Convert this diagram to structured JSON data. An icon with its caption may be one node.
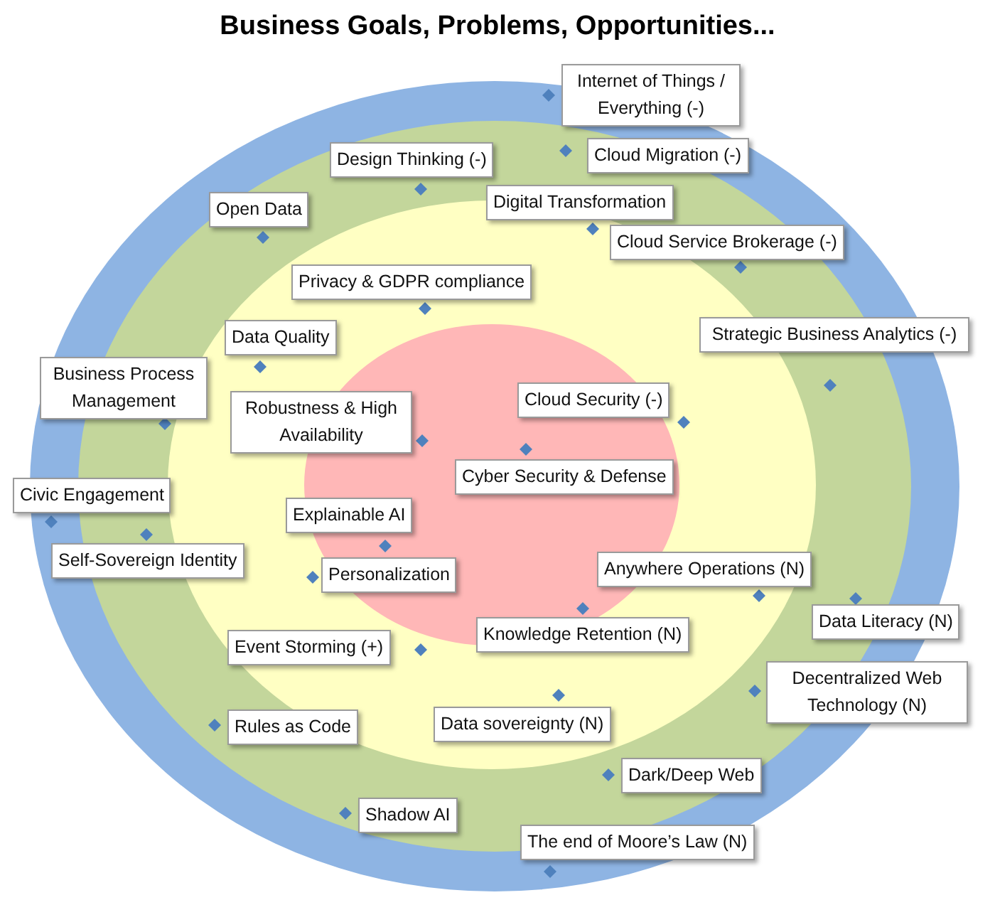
{
  "diagram": {
    "title": "Business Goals, Problems, Opportunities...",
    "nodes": [
      {
        "text": [
          "Internet of Things / Everything (-)"
        ]
      },
      {
        "text": [
          "Cloud Migration (-)"
        ]
      },
      {
        "text": [
          "Design Thinking (-)"
        ]
      },
      {
        "text": [
          "Open Data"
        ]
      },
      {
        "text": [
          "Digital Transformation"
        ]
      },
      {
        "text": [
          "Cloud Service Brokerage (-)"
        ]
      },
      {
        "text": [
          "Privacy & GDPR compliance"
        ]
      },
      {
        "text": [
          "Strategic Business Analytics (-)"
        ]
      },
      {
        "text": [
          "Data Quality"
        ]
      },
      {
        "text": [
          "Business Process Management"
        ]
      },
      {
        "text": [
          "Robustness & High Availability"
        ]
      },
      {
        "text": [
          "Cloud Security (-)"
        ]
      },
      {
        "text": [
          "Cyber Security & Defense"
        ]
      },
      {
        "text": [
          "Civic Engagement"
        ]
      },
      {
        "text": [
          "Explainable AI"
        ]
      },
      {
        "text": [
          "Self-Sovereign Identity"
        ]
      },
      {
        "text": [
          "Personalization"
        ]
      },
      {
        "text": [
          "Anywhere Operations (N)"
        ]
      },
      {
        "text": [
          "Data Literacy (N)"
        ]
      },
      {
        "text": [
          "Knowledge Retention (N)"
        ]
      },
      {
        "text": [
          "Event Storming (+)"
        ]
      },
      {
        "text": [
          "Decentralized Web Technology (N)"
        ]
      },
      {
        "text": [
          "Data sovereignty (N)"
        ]
      },
      {
        "text": [
          "Rules as Code"
        ]
      },
      {
        "text": [
          "Dark/Deep Web"
        ]
      },
      {
        "text": [
          "Shadow AI"
        ]
      },
      {
        "text": [
          "The end of Moore’s Law (N)"
        ]
      }
    ]
  }
}
